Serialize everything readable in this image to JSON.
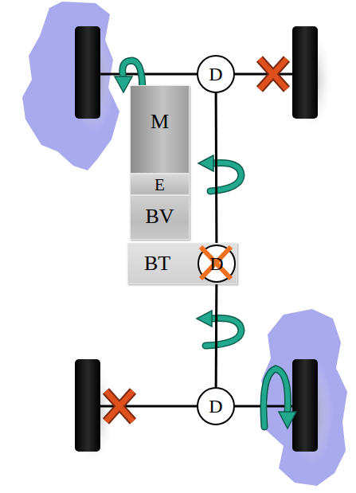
{
  "diagram": {
    "nodes": [
      {
        "text": [
          "D"
        ]
      },
      {
        "text": [
          "M"
        ]
      },
      {
        "text": [
          "E"
        ]
      },
      {
        "text": [
          "BV"
        ]
      },
      {
        "text": [
          "BT"
        ]
      },
      {
        "text": [
          "D"
        ],
        "in": 4
      },
      {
        "text": [
          "D"
        ]
      }
    ],
    "edges": [
      {
        "from": 0,
        "to": 5,
        "arrow": "none"
      },
      {
        "from": 5,
        "to": 6,
        "arrow": "none"
      }
    ]
  }
}
